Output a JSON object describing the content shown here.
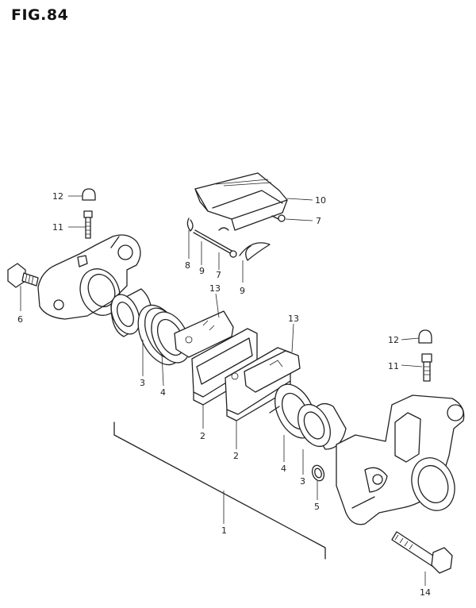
{
  "figure": {
    "title": "FIG.84"
  },
  "callouts": [
    {
      "id": "c12a",
      "text": "12"
    },
    {
      "id": "c11a",
      "text": "11"
    },
    {
      "id": "c6",
      "text": "6"
    },
    {
      "id": "c10",
      "text": "10"
    },
    {
      "id": "c7a",
      "text": "7"
    },
    {
      "id": "c8",
      "text": "8"
    },
    {
      "id": "c9a",
      "text": "9"
    },
    {
      "id": "c7b",
      "text": "7"
    },
    {
      "id": "c9b",
      "text": "9"
    },
    {
      "id": "c13a",
      "text": "13"
    },
    {
      "id": "c13b",
      "text": "13"
    },
    {
      "id": "c3a",
      "text": "3"
    },
    {
      "id": "c4a",
      "text": "4"
    },
    {
      "id": "c2a",
      "text": "2"
    },
    {
      "id": "c2b",
      "text": "2"
    },
    {
      "id": "c4b",
      "text": "4"
    },
    {
      "id": "c3b",
      "text": "3"
    },
    {
      "id": "c5",
      "text": "5"
    },
    {
      "id": "c1",
      "text": "1"
    },
    {
      "id": "c12b",
      "text": "12"
    },
    {
      "id": "c11b",
      "text": "11"
    },
    {
      "id": "c14",
      "text": "14"
    }
  ]
}
